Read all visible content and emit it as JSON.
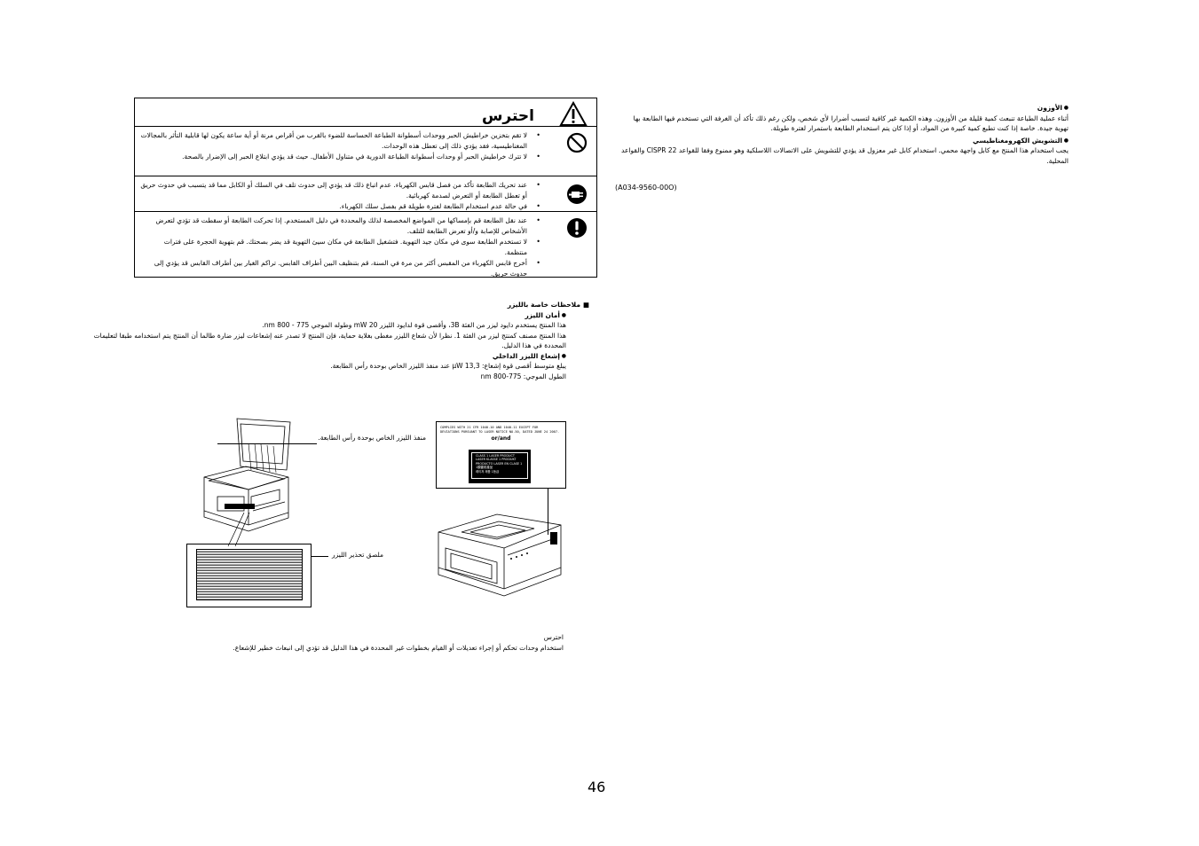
{
  "warning": {
    "title": "احترس",
    "rows": [
      {
        "icon": "prohibition-icon",
        "items": [
          "لا تقم بتخزين خراطيش الحبر ووحدات أسطوانة الطباعة الحساسة للضوء بالقرب من أقراص مرنة أو أية ساعة يكون لها قابلية التأثر بالمجالات المغناطيسية، فقد يؤدي ذلك إلى تعطل هذه الوحدات.",
          "لا تترك خراطيش الحبر أو وحدات أسطوانة الطباعة الدورية في متناول الأطفال. حيث قد يؤدي ابتلاع الحبر إلى الإضرار بالصحة."
        ]
      },
      {
        "icon": "unplug-icon",
        "items": [
          "عند تحريك الطابعة تأكد من فصل قابس الكهرباء. عدم اتباع ذلك قد يؤدي إلى حدوث تلف في السلك أو الكابل مما قد يتسبب في حدوث حريق أو تعطل الطابعة أو التعرض لصدمة كهربائية.",
          "في حالة عدم استخدام الطابعة لفترة طويلة قم بفصل سلك الكهرباء."
        ]
      },
      {
        "icon": "exclamation-icon",
        "items": [
          "عند نقل الطابعة قم بإمساكها من المواضع المخصصة لذلك والمحددة في دليل المستخدم. إذا تحركت الطابعة أو سقطت قد تؤدي لتعرض الأشخاص للإصابة و/أو تعرض الطابعة للتلف.",
          "لا تستخدم الطابعة سوى في مكان جيد التهوية. فتشغيل الطابعة في مكان سيئ التهوية قد يضر بصحتك. قم بتهوية الحجرة على فترات منتظمة.",
          "أخرج قابس الكهرباء من المقبس أكثر من مرة في السنة، قم بتنظيف البين أطراف القابس. تراكم الغبار بين أطراف القابس قد يؤدي إلى حدوث حريق."
        ]
      }
    ]
  },
  "right_column": {
    "ozone_heading": "الأوزون",
    "ozone_text": "أثناء عملية الطباعة تنبعث كمية قليلة من الأوزون. وهذه الكمية غير كافية لتسبب أضرارا لأي شخص، ولكن رغم ذلك تأكد أن الغرفة التي تستخدم فيها الطابعة بها تهوية جيدة. خاصة إذا كنت تطبع كمية كبيرة من المواد، أو إذا كان يتم استخدام الطابعة باستمرار لفترة طويلة.",
    "emi_heading": "التشويش الكهرومغناطيسي",
    "emi_text": "يجب استخدام هذا المنتج مع كابل واجهة محمي. استخدام كابل غير معزول قد يؤدي للتشويش على الاتصالات اللاسلكية وهو ممنوع وفقا للقواعد CISPR 22 والقواعد المحلية.",
    "code": "(A034-9560-00O)"
  },
  "laser": {
    "heading": "ملاحظات خاصة بالليزر",
    "safety_heading": "أمان الليزر",
    "safety_lines": [
      "هذا المنتج يستخدم دايود ليزر من الفئة 3B، وأقصى قوة لدايود الليزر 20 mW وطوله الموجي 775 - 800 nm.",
      "هذا المنتج مصنف كمنتج ليزر من الفئة 1. نظرا لأن شعاع الليزر مغطى بغلاية حماية، فإن المنتج لا تصدر عنه إشعاعات ليزر ضارة طالما أن المنتج يتم استخدامه طبقا لتعليمات المحددة في هذا الدليل."
    ],
    "radiation_heading": "إشعاع الليزر الداخلي",
    "radiation_lines": [
      "يبلغ متوسط أقصى قوة إشعاع: 13,3 μW عند منفذ الليزر الخاص بوحدة رأس الطابعة.",
      "الطول الموجي: 775-800 nm"
    ]
  },
  "figure": {
    "callout_aperture": "منفذ الليزر الخاص بوحدة رأس الطابعة.",
    "callout_label": "ملصق تحذير الليزر",
    "cert_line1": "COMPLIES WITH 21 CFR 1040.10 AND 1040.11 EXCEPT FOR",
    "cert_line2": "DEVIATIONS PURSUANT TO LASER NOTICE NO.50, DATED JUNE 24 2007.",
    "cert_or": "or/and",
    "class_label": [
      "CLASS 1 LASER PRODUCT",
      "LASER KLASSE 1 PRODUKT",
      "PRODUCTO LASER EN CLASE 1",
      "1類雷射產品",
      "레이저 제품 1등급"
    ]
  },
  "caution": {
    "heading": "احترس",
    "text": "استخدام وحدات تحكم أو إجراء تعديلات أو القيام بخطوات غير المحددة في هذا الدليل قد تؤدي إلى انبعاث خطير للإشعاع."
  },
  "page_number": "46"
}
